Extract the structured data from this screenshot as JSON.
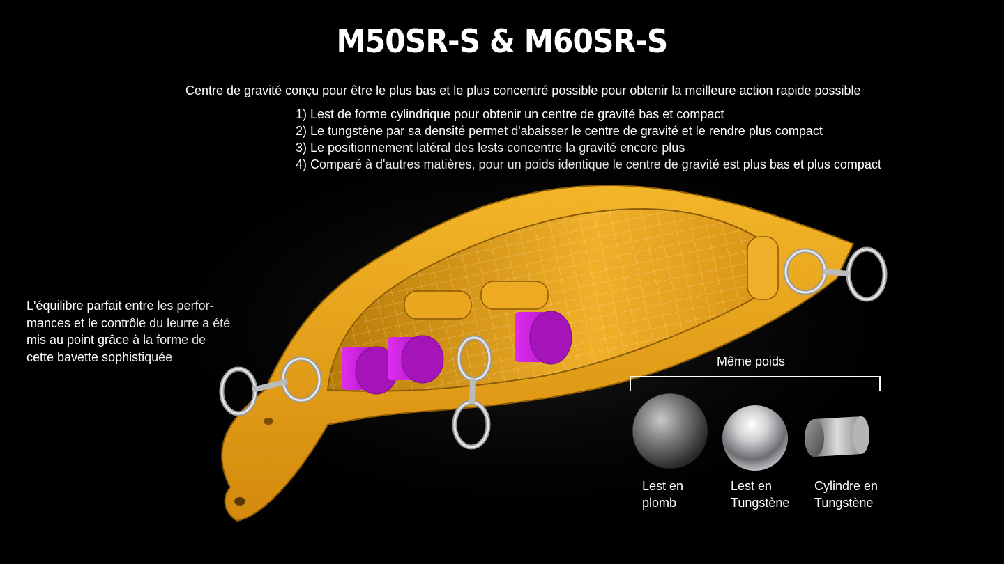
{
  "title": "M50SR-S & M60SR-S",
  "subtitle": "Centre de gravité conçu pour être le plus bas et le plus concentré possible pour obtenir la meilleure action rapide possible",
  "points": [
    "1) Lest de forme cylindrique pour obtenir un centre de gravité bas et compact",
    "2) Le tungstène par sa densité permet d'abaisser le centre de gravité et le rendre plus compact",
    "3) Le positionnement latéral des lests concentre  la gravité encore plus",
    "4) Comparé à d'autres matières, pour un poids identique  le centre de gravité est plus bas et plus compact"
  ],
  "bavette_note": {
    "lines": [
      "L'équilibre parfait entre les perfor-",
      "mances et le contrôle du leurre a été",
      "mis au point grâce à la forme de",
      "cette bavette sophistiquée"
    ]
  },
  "comparison": {
    "heading": "Même poids",
    "items": [
      {
        "line1": "Lest en",
        "line2": "plomb",
        "icon": "lead-ball-icon"
      },
      {
        "line1": "Lest en",
        "line2": "Tungstène",
        "icon": "tungsten-ball-icon"
      },
      {
        "line1": "Cylindre en",
        "line2": "Tungstène",
        "icon": "tungsten-cylinder-icon"
      }
    ]
  },
  "colors": {
    "background": "#000000",
    "lure_body": "#e8a41a",
    "weight_magenta": "#c21bd6",
    "text": "#ffffff"
  }
}
